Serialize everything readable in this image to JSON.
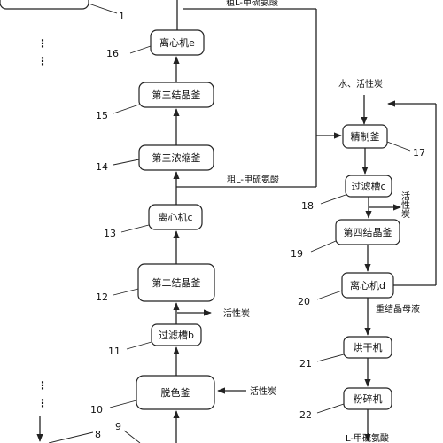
{
  "nodes": {
    "n16": {
      "label": "离心机e",
      "number": "16"
    },
    "n15": {
      "label": "第三结晶釜",
      "number": "15"
    },
    "n14": {
      "label": "第三浓缩釜",
      "number": "14"
    },
    "n13": {
      "label": "离心机c",
      "number": "13"
    },
    "n12": {
      "label": "第二结晶釜",
      "number": "12"
    },
    "n11": {
      "label": "过滤槽b",
      "number": "11"
    },
    "n10": {
      "label": "脱色釜",
      "number": "10"
    },
    "n17": {
      "label": "精制釜",
      "number": "17"
    },
    "n18": {
      "label": "过滤槽c",
      "number": "18"
    },
    "n19": {
      "label": "第四结晶釜",
      "number": "19"
    },
    "n20": {
      "label": "离心机d",
      "number": "20"
    },
    "n21": {
      "label": "烘干机",
      "number": "21"
    },
    "n22": {
      "label": "粉碎机",
      "number": "22"
    }
  },
  "labels": {
    "top_product": "粗L-甲硫氨酸",
    "mid_product": "粗L-甲硫氨酸",
    "water_carbon": "水、活性炭",
    "carbon_11": "活性炭",
    "carbon_10": "活性炭",
    "carbon_18": "活性炭",
    "mother_liquor": "重结晶母液",
    "bottom_product": "L-甲硫氨酸"
  },
  "markers": {
    "n1": "1",
    "n8": "8",
    "n9": "9",
    "ellipsis": "⋮"
  }
}
